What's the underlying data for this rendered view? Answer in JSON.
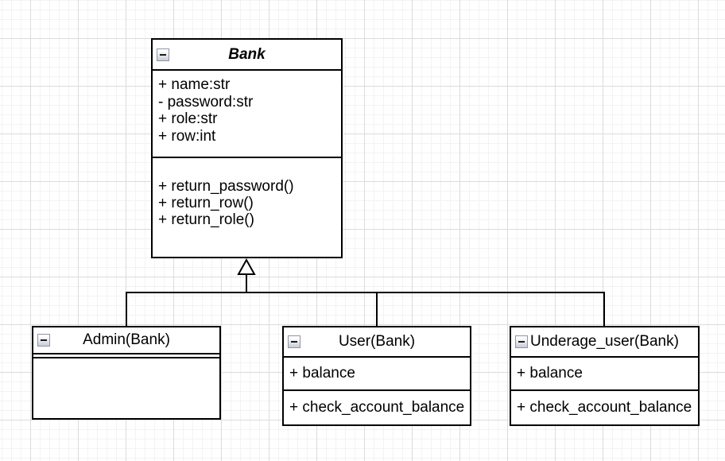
{
  "diagram_type": "uml-class-diagram",
  "colors": {
    "stroke": "#000000",
    "fill": "#ffffff",
    "grid_minor": "#f3f3f3",
    "grid_major": "#dcdcdc",
    "collapse_icon_fill": "#c8ccd8"
  },
  "icons": {
    "collapse_icon": "−",
    "inheritance_arrow_icon": "△"
  },
  "classes": [
    {
      "id": "bank",
      "title": "Bank",
      "abstract": true,
      "attributes": [
        "+ name:str",
        "- password:str",
        "+ role:str",
        "+ row:int"
      ],
      "methods": [
        "+ return_password()",
        "+ return_row()",
        "+ return_role()"
      ]
    },
    {
      "id": "admin",
      "title": "Admin(Bank)",
      "abstract": false,
      "attributes": [],
      "methods": []
    },
    {
      "id": "user",
      "title": "User(Bank)",
      "abstract": false,
      "attributes": [
        "+ balance"
      ],
      "methods": [
        "+ check_account_balance"
      ]
    },
    {
      "id": "underage_user",
      "title": "Underage_user(Bank)",
      "abstract": false,
      "attributes": [
        "+ balance"
      ],
      "methods": [
        "+ check_account_balance"
      ]
    }
  ],
  "relationships": [
    {
      "type": "inheritance",
      "parent": "Bank",
      "children": [
        "Admin(Bank)",
        "User(Bank)",
        "Underage_user(Bank)"
      ]
    }
  ]
}
